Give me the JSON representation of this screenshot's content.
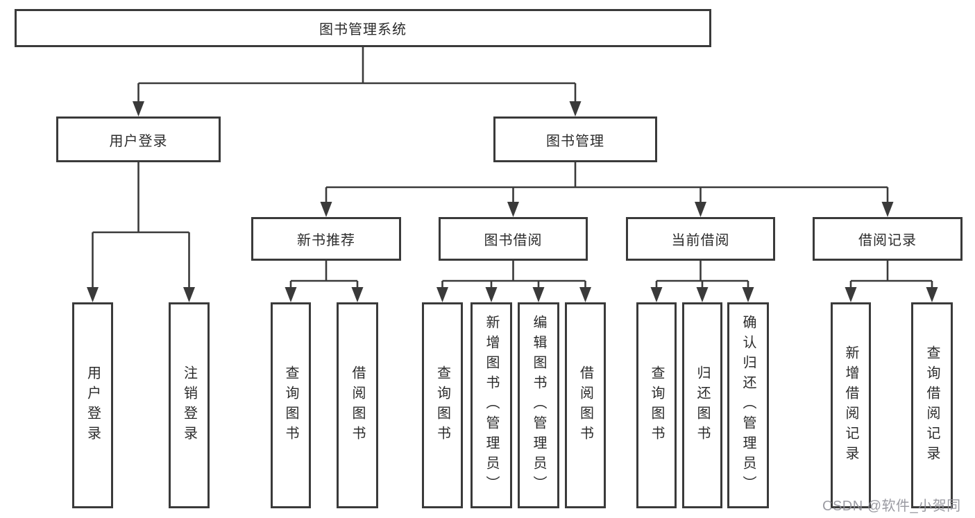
{
  "root": {
    "label": "图书管理系统"
  },
  "branches": [
    {
      "label": "用户登录",
      "children": [
        {
          "label": "用户登录"
        },
        {
          "label": "注销登录"
        }
      ]
    },
    {
      "label": "图书管理",
      "groups": [
        {
          "label": "新书推荐",
          "children": [
            {
              "label": "查询图书"
            },
            {
              "label": "借阅图书"
            }
          ]
        },
        {
          "label": "图书借阅",
          "children": [
            {
              "label": "查询图书"
            },
            {
              "label": "新增图书（管理员）"
            },
            {
              "label": "编辑图书（管理员）"
            },
            {
              "label": "借阅图书"
            }
          ]
        },
        {
          "label": "当前借阅",
          "children": [
            {
              "label": "查询图书"
            },
            {
              "label": "归还图书"
            },
            {
              "label": "确认归还（管理员）"
            }
          ]
        },
        {
          "label": "借阅记录",
          "children": [
            {
              "label": "新增借阅记录"
            },
            {
              "label": "查询借阅记录"
            }
          ]
        }
      ]
    }
  ],
  "watermark": {
    "text": "CSDN @软件_小贺同学"
  },
  "colors": {
    "line": "#3a3a3a",
    "box_border": "#3a3a3a",
    "box_fill": "#ffffff",
    "text": "#2b2b2b",
    "watermark": "#909098",
    "background": "#ffffff"
  }
}
